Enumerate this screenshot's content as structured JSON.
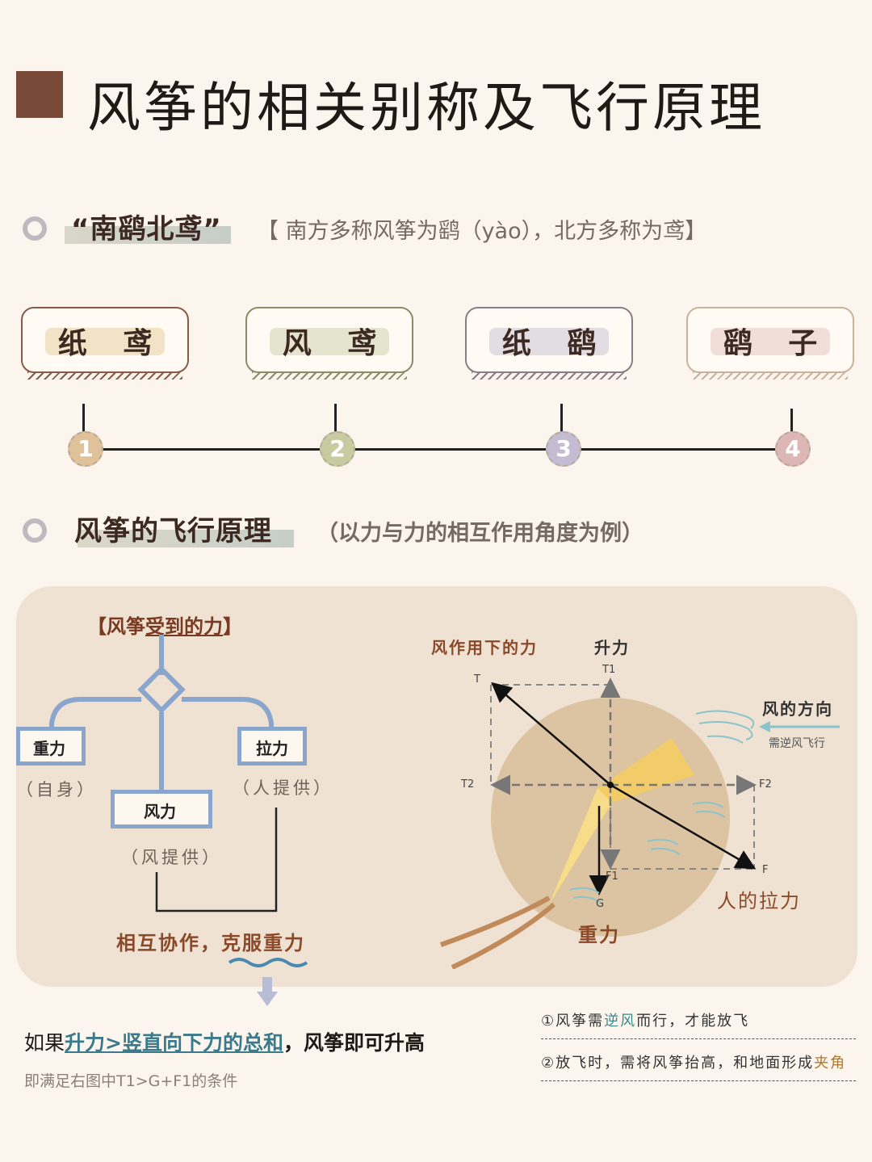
{
  "page": {
    "title": "风筝的相关别称及飞行原理"
  },
  "section1": {
    "title": "“南鹞北鸢”",
    "note": "【 南方多称风筝为鹞（yào），北方多称为鸢】",
    "names": [
      {
        "label": "纸 鸢",
        "number": "1",
        "color": "#e8cfa0",
        "border": "#8a5a48"
      },
      {
        "label": "风 鸢",
        "number": "2",
        "color": "#cdd2b0",
        "border": "#8d8a68"
      },
      {
        "label": "纸 鹞",
        "number": "3",
        "color": "#cbc3d6",
        "border": "#8a7e86"
      },
      {
        "label": "鹞 子",
        "number": "4",
        "color": "#e8c7c3",
        "border": "#c9b29a"
      }
    ]
  },
  "section2": {
    "title": "风筝的飞行原理",
    "note": "（以力与力的相互作用角度为例）"
  },
  "forces": {
    "title_prefix": "【风筝",
    "title_underlined": "受到的力",
    "title_suffix": "】",
    "gravity": "重力",
    "gravity_note": "（自身）",
    "wind": "风力",
    "wind_note": "（风提供）",
    "pull": "拉力",
    "pull_note": "（人提供）",
    "cooperate": "相互协作，克服重力"
  },
  "diagram": {
    "wind_forces_label": "风作用下的力",
    "lift_label": "升力",
    "wind_direction_label": "风的方向",
    "wind_direction_note": "需逆风飞行",
    "human_pull_label": "人的拉力",
    "gravity_label": "重力",
    "T": "T",
    "T1": "T1",
    "T2": "T2",
    "F": "F",
    "F1": "F1",
    "F2": "F2",
    "G": "G"
  },
  "conclusion": {
    "prefix": "如果",
    "emphasis": "升力>竖直向下力的总和",
    "suffix": "，风筝即可升高",
    "condition": "即满足右图中T1>G+F1的条件"
  },
  "tips": {
    "tip1_prefix": "①风筝需",
    "tip1_highlight": "逆风",
    "tip1_suffix": "而行，才能放飞",
    "tip2_prefix": "②放飞时，需将风筝抬高，和地面形成",
    "tip2_highlight": "夹角"
  }
}
